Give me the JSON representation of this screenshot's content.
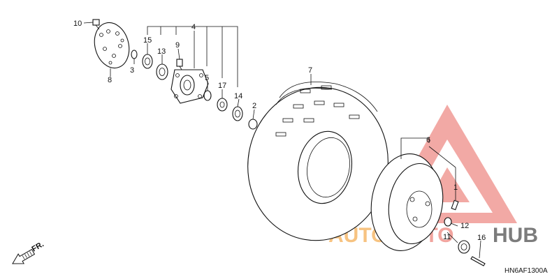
{
  "diagram_code": "HN6AF1300A",
  "front_marker": "FR.",
  "watermark": {
    "text_auto": "AUTO",
    "text_moto": "MOTO",
    "text_hub": "HUB",
    "color_red": "#e8483f",
    "color_orange": "#f2a23a",
    "color_grey": "#555555"
  },
  "callouts": [
    {
      "id": "10",
      "label": "10"
    },
    {
      "id": "15",
      "label": "15"
    },
    {
      "id": "4",
      "label": "4"
    },
    {
      "id": "13",
      "label": "13"
    },
    {
      "id": "9",
      "label": "9"
    },
    {
      "id": "3",
      "label": "3"
    },
    {
      "id": "8",
      "label": "8"
    },
    {
      "id": "5",
      "label": "5"
    },
    {
      "id": "17",
      "label": "17"
    },
    {
      "id": "14",
      "label": "14"
    },
    {
      "id": "2",
      "label": "2"
    },
    {
      "id": "7",
      "label": "7"
    },
    {
      "id": "6",
      "label": "6"
    },
    {
      "id": "1",
      "label": "1"
    },
    {
      "id": "12",
      "label": "12"
    },
    {
      "id": "11",
      "label": "11"
    },
    {
      "id": "16",
      "label": "16"
    }
  ]
}
